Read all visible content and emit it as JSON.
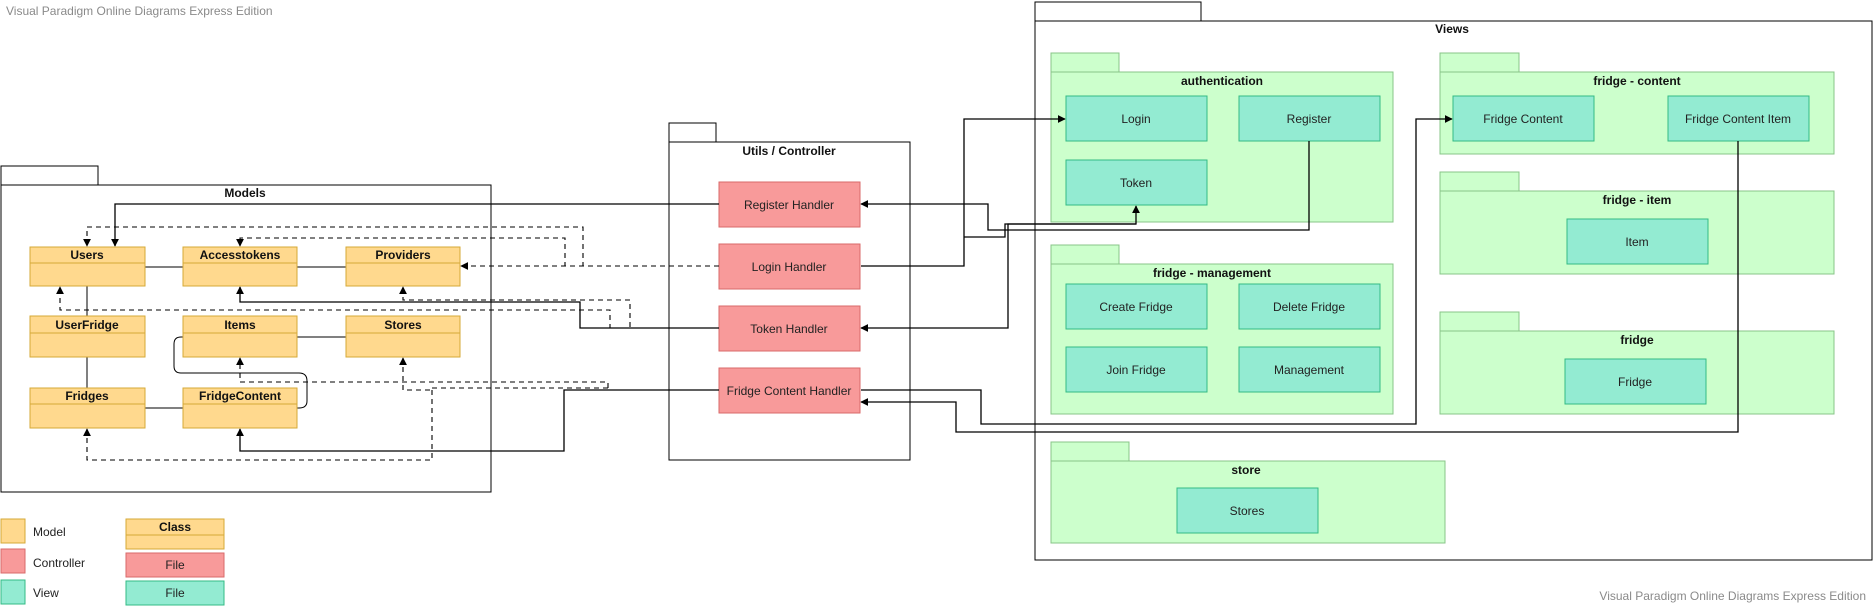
{
  "watermark": "Visual Paradigm Online Diagrams Express Edition",
  "colors": {
    "model_fill": "#ffd98e",
    "model_stroke": "#d6a937",
    "controller_fill": "#f89a9a",
    "controller_stroke": "#d96a6a",
    "view_fill": "#93ebd2",
    "view_stroke": "#33bb85",
    "subpackage_fill": "#ccffcc",
    "subpackage_stroke": "#88c488"
  },
  "packages": {
    "models": "Models",
    "utils": "Utils / Controller",
    "views": "Views",
    "authentication": "authentication",
    "fridge_management": "fridge - management",
    "store": "store",
    "fridge_content": "fridge - content",
    "fridge_item": "fridge - item",
    "fridge": "fridge"
  },
  "classes": {
    "users": "Users",
    "accesstokens": "Accesstokens",
    "providers": "Providers",
    "userfridge": "UserFridge",
    "items": "Items",
    "stores": "Stores",
    "fridges": "Fridges",
    "fridgecontent": "FridgeContent"
  },
  "handlers": {
    "register": "Register Handler",
    "login": "Login Handler",
    "token": "Token Handler",
    "fridge_content": "Fridge Content Handler"
  },
  "views": {
    "login": "Login",
    "register": "Register",
    "token": "Token",
    "create_fridge": "Create Fridge",
    "delete_fridge": "Delete Fridge",
    "join_fridge": "Join Fridge",
    "management": "Management",
    "stores": "Stores",
    "fridge_content": "Fridge Content",
    "fridge_content_item": "Fridge Content Item",
    "item": "Item",
    "fridge": "Fridge"
  },
  "legend": {
    "model": "Model",
    "controller": "Controller",
    "view": "View",
    "class_sample": "Class",
    "file_sample_controller": "File",
    "file_sample_view": "File"
  }
}
